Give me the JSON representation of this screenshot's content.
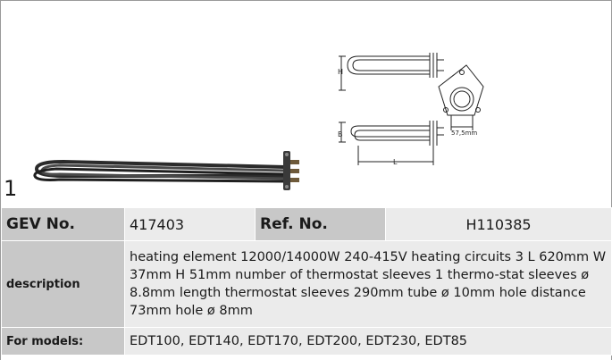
{
  "item": {
    "number": "1"
  },
  "diagram": {
    "label_h": "H",
    "label_b": "B",
    "label_l": "L",
    "flange_dim": "57,5mm"
  },
  "specs": {
    "gev_label": "GEV No.",
    "gev_value": "417403",
    "ref_label": "Ref. No.",
    "ref_value": "H110385",
    "description_label": "description",
    "description_value": "heating element  12000/14000W 240-415V heating circuits 3 L 620mm W 37mm H 51mm number of thermostat sleeves 1 thermo-stat sleeves ø 8.8mm length thermostat sleeves 290mm tube ø 10mm hole distance 73mm hole ø 8mm",
    "models_label": "For models:",
    "models_value": "EDT100, EDT140, EDT170, EDT200, EDT230, EDT85"
  },
  "colors": {
    "label_bg": "#c8c8c8",
    "value_bg": "#ebebeb",
    "border": "#9a9a9a"
  }
}
